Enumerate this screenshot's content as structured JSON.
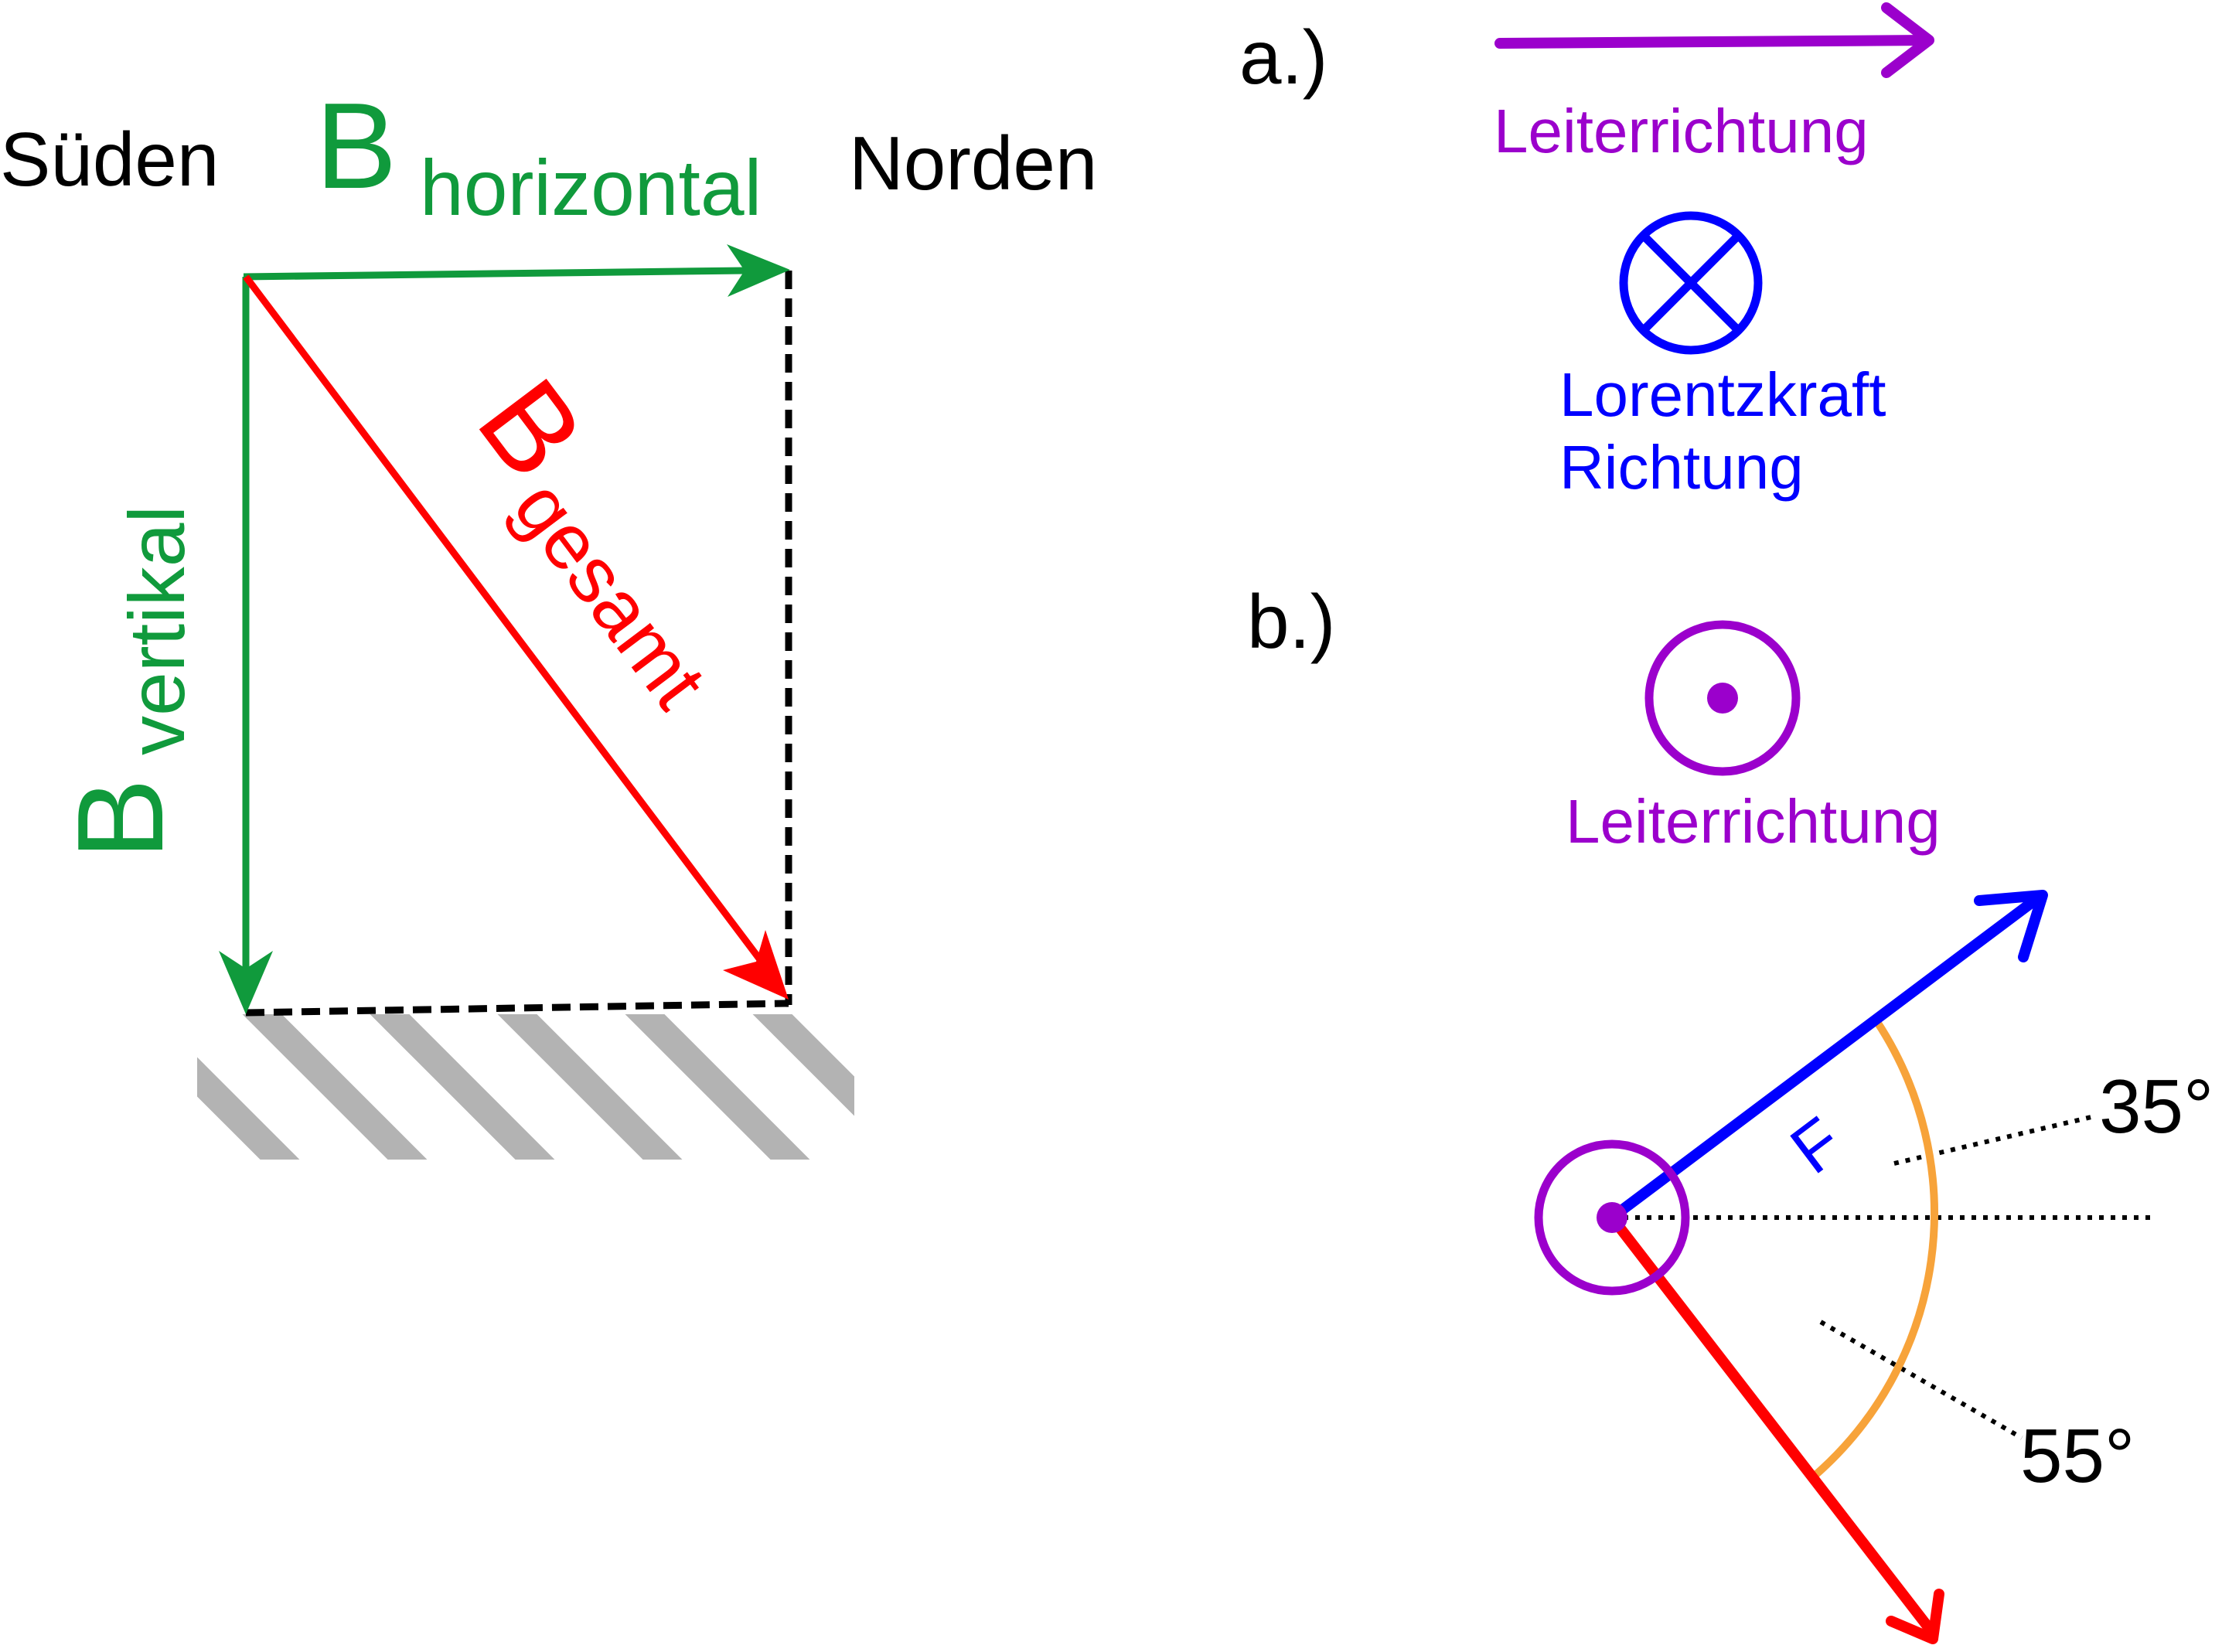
{
  "left": {
    "south": "Süden",
    "north": "Norden",
    "b_horizontal": {
      "base": "B",
      "sub": "horizontal"
    },
    "b_vertical": {
      "base": "B",
      "sub": "vertikal"
    },
    "b_total": {
      "base": "B",
      "sub": "gesamt"
    }
  },
  "part_a": {
    "label": "a.)",
    "conductor_label": "Leiterrichtung",
    "force_label_line1": "Lorentzkraft",
    "force_label_line2": "Richtung"
  },
  "part_b": {
    "label": "b.)",
    "conductor_label": "Leiterrichtung",
    "force_symbol": "F",
    "angle_top": "35°",
    "angle_bottom": "55°"
  },
  "colors": {
    "green": "#109a3c",
    "red": "#ff0000",
    "purple": "#9b00cc",
    "blue": "#0000ff",
    "orange": "#f7a33a",
    "hatch": "#b3b3b3",
    "black": "#000000"
  }
}
